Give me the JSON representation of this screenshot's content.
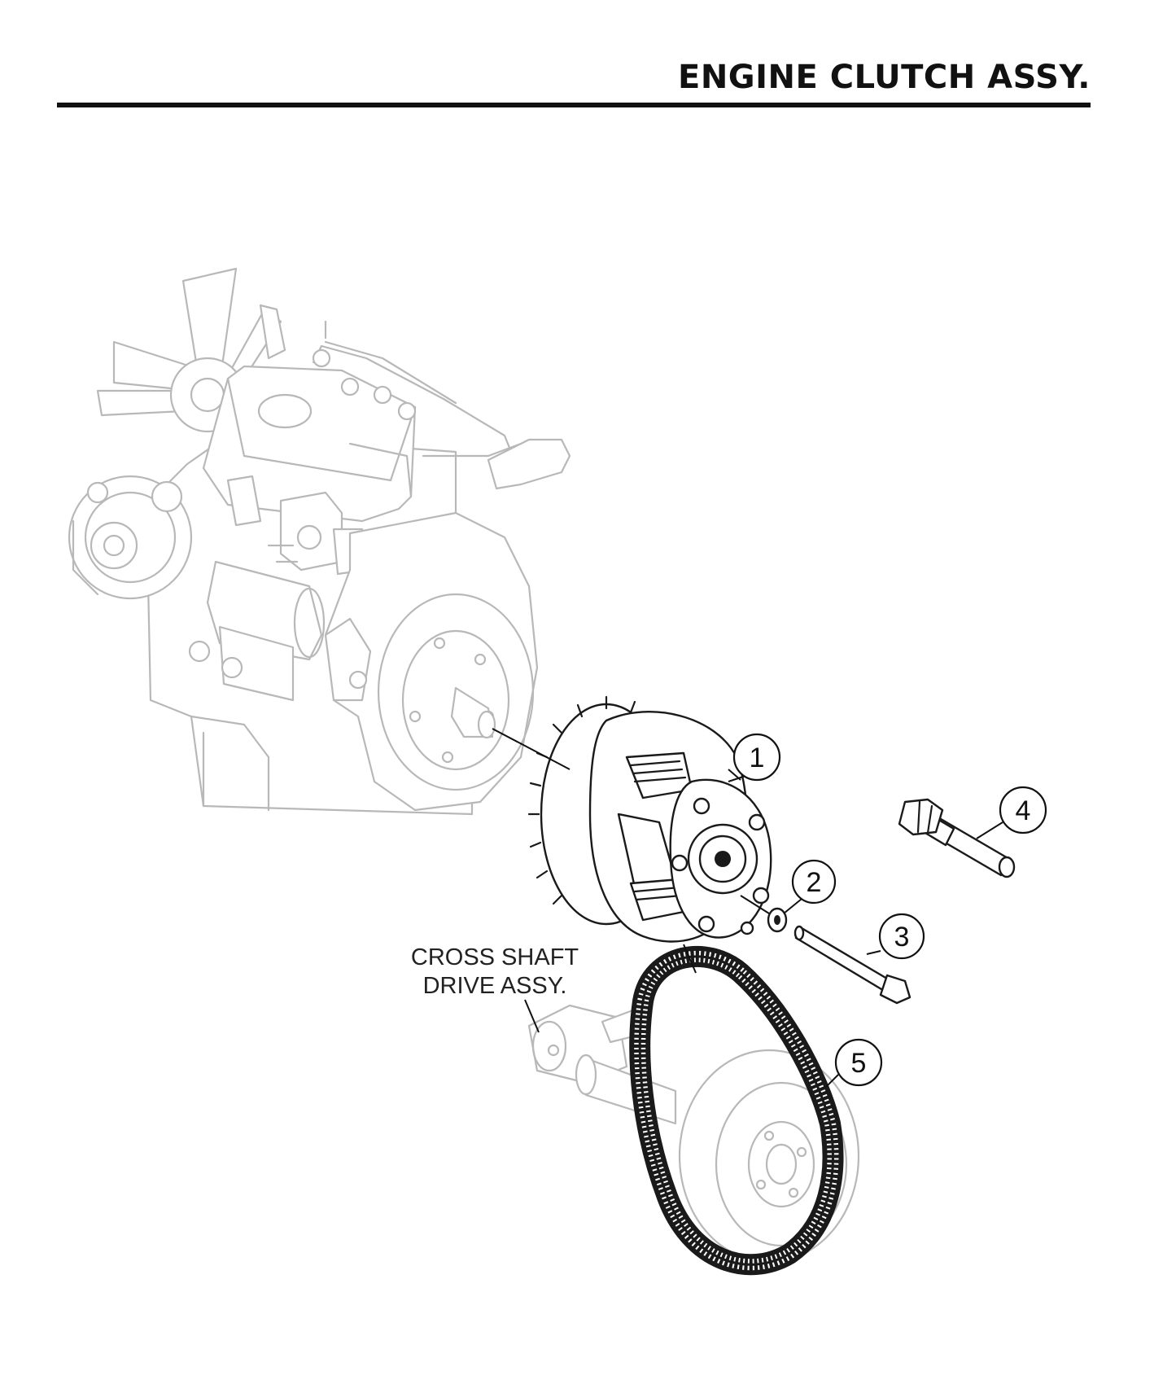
{
  "page": {
    "title": "ENGINE CLUTCH ASSY."
  },
  "reference_label": {
    "line1": "CROSS SHAFT",
    "line2": "DRIVE ASSY."
  },
  "callouts": [
    {
      "number": "1",
      "part": "drive-clutch"
    },
    {
      "number": "2",
      "part": "washer"
    },
    {
      "number": "3",
      "part": "bolt"
    },
    {
      "number": "4",
      "part": "clutch-puller-tool"
    },
    {
      "number": "5",
      "part": "drive-belt"
    }
  ],
  "colors": {
    "line_dark": "#1a1a1a",
    "line_ghost": "#b8b8b8",
    "background": "#ffffff"
  }
}
